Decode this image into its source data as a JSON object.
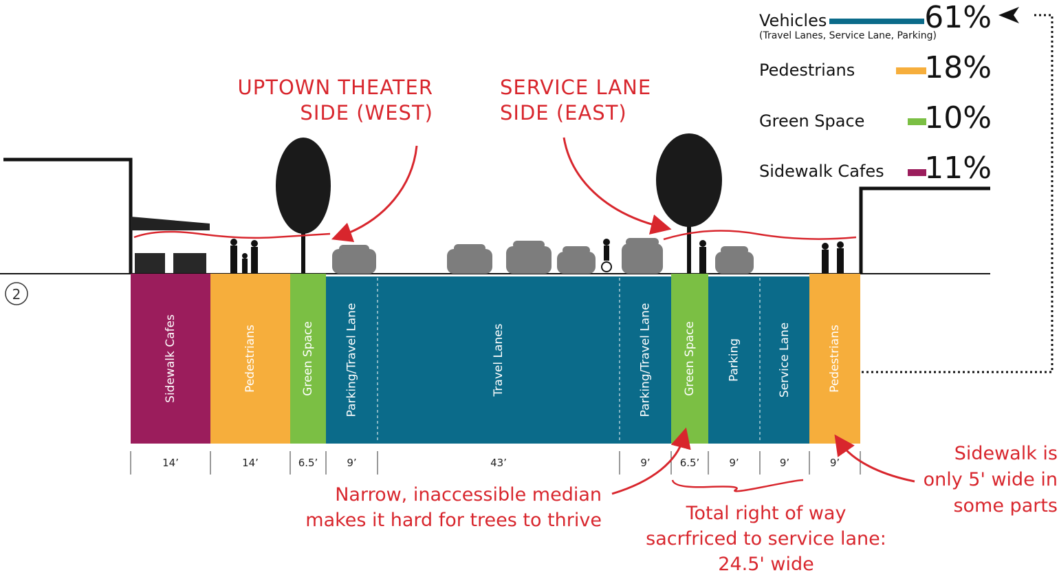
{
  "section_number": "2",
  "legend": {
    "vehicles": {
      "label": "Vehicles",
      "sub": "(Travel Lanes, Service Lane, Parking)",
      "pct": "61%",
      "color": "#0b6b8a"
    },
    "pedestrians": {
      "label": "Pedestrians",
      "pct": "18%",
      "color": "#f6ae3c"
    },
    "green": {
      "label": "Green Space",
      "pct": "10%",
      "color": "#7bbf44"
    },
    "cafes": {
      "label": "Sidewalk Cafes",
      "pct": "11%",
      "color": "#9b1d5c"
    }
  },
  "segments": [
    {
      "label": "Sidewalk Cafes",
      "dim": "14’",
      "color": "#9b1d5c"
    },
    {
      "label": "Pedestrians",
      "dim": "14’",
      "color": "#f6ae3c"
    },
    {
      "label": "Green Space",
      "dim": "6.5’",
      "color": "#7bbf44"
    },
    {
      "label": "Parking/Travel Lane",
      "dim": "9’",
      "color": "#0b6b8a"
    },
    {
      "label": "Travel Lanes",
      "dim": "43’",
      "color": "#0b6b8a"
    },
    {
      "label": "Parking/Travel Lane",
      "dim": "9’",
      "color": "#0b6b8a"
    },
    {
      "label": "Green Space",
      "dim": "6.5’",
      "color": "#7bbf44"
    },
    {
      "label": "Parking",
      "dim": "9’",
      "color": "#0b6b8a"
    },
    {
      "label": "Service Lane",
      "dim": "9’",
      "color": "#0b6b8a"
    },
    {
      "label": "Pedestrians",
      "dim": "9’",
      "color": "#f6ae3c"
    }
  ],
  "annotations": {
    "west_line1": "UPTOWN THEATER",
    "west_line2": "SIDE (WEST)",
    "east_line1": "SERVICE LANE",
    "east_line2": "SIDE (EAST)",
    "median_line1": "Narrow, inaccessible median",
    "median_line2": "makes it hard for trees to thrive",
    "row_line1": "Total right of way",
    "row_line2": "sacrfriced to service lane:",
    "row_line3": "24.5' wide",
    "sidewalk_line1": "Sidewalk is",
    "sidewalk_line2": "only 5' wide in",
    "sidewalk_line3": "some parts"
  }
}
